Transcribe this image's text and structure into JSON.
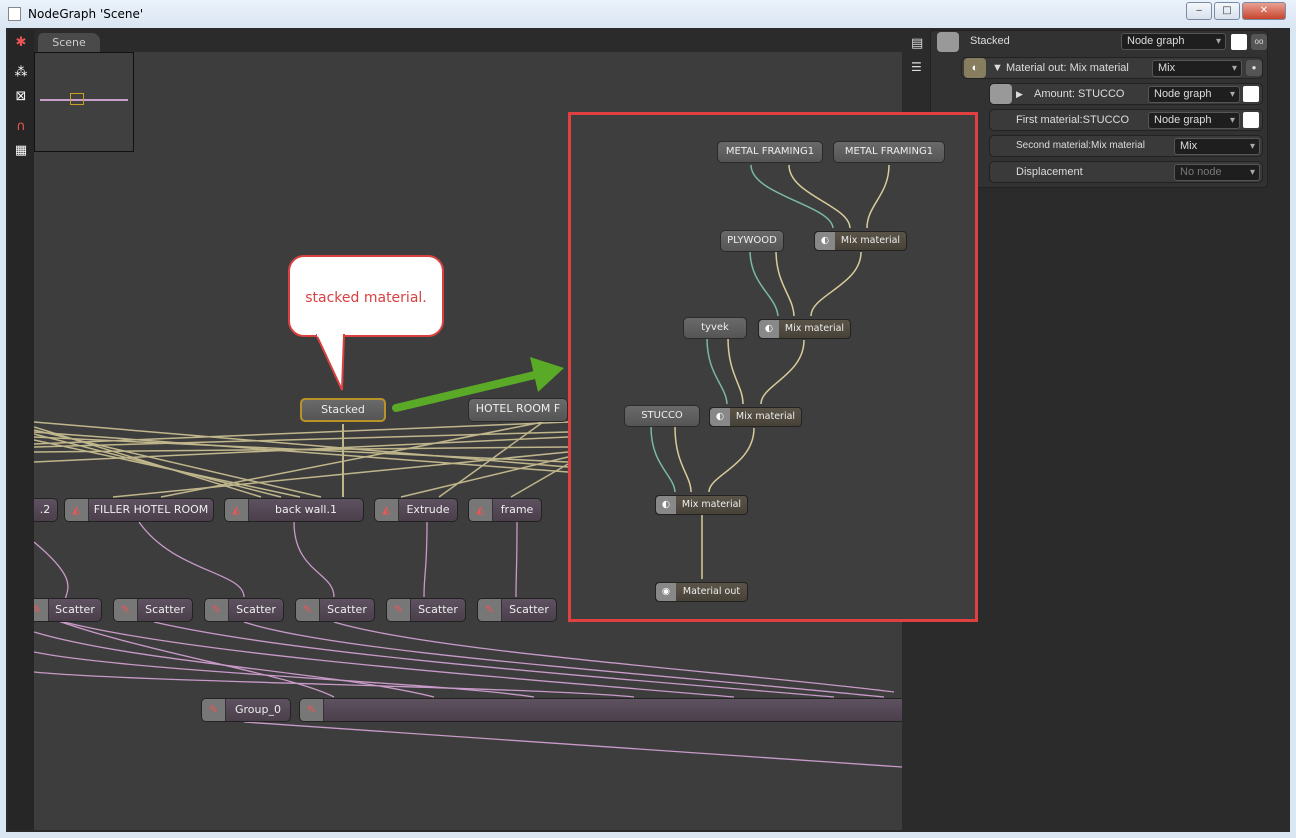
{
  "window": {
    "title": "NodeGraph 'Scene'",
    "minimize": "‒",
    "maximize": "□",
    "close": "✕"
  },
  "tab": "Scene",
  "callout": "stacked material.",
  "canvas_nodes": {
    "stacked": "Stacked",
    "hotel_room": "HOTEL ROOM F",
    "row1": [
      ".2",
      "FILLER HOTEL ROOM",
      "back wall.1",
      "Extrude",
      "frame"
    ],
    "scatter": [
      "Scatter",
      "Scatter",
      "Scatter",
      "Scatter",
      "Scatter",
      "Scatter"
    ],
    "group": "Group_0"
  },
  "inset": {
    "metal1": "METAL FRAMING1",
    "metal2": "METAL FRAMING1",
    "plywood": "PLYWOOD",
    "tyvek": "tyvek",
    "stucco": "STUCCO",
    "mix": "Mix material",
    "out": "Material out"
  },
  "inspector": {
    "root_label": "Stacked",
    "root_type": "Node graph",
    "material_out": "Material out: Mix material",
    "material_out_type": "Mix",
    "amount": "Amount: STUCCO",
    "amount_type": "Node graph",
    "first": "First material:STUCCO",
    "first_type": "Node graph",
    "second": "Second material:Mix material",
    "second_type": "Mix",
    "displacement": "Displacement",
    "displacement_type": "No node"
  }
}
